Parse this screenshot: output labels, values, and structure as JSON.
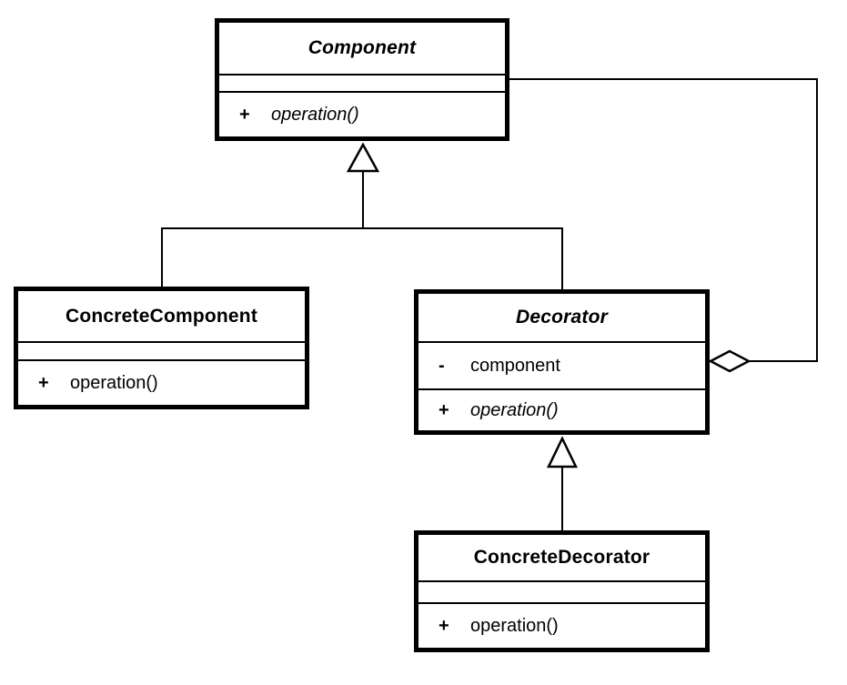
{
  "diagram": {
    "kind": "uml-class-diagram",
    "pattern": "Decorator",
    "colors": {
      "line": "#000000",
      "box_fill": "#ffffff",
      "background": "#ffffff",
      "text": "#000000"
    },
    "classes": [
      {
        "id": "component",
        "name": "Component",
        "abstract": true,
        "attributes": [],
        "operations": [
          {
            "visibility": "+",
            "name": "operation()",
            "abstract": true
          }
        ]
      },
      {
        "id": "concrete-component",
        "name": "ConcreteComponent",
        "abstract": false,
        "attributes": [],
        "operations": [
          {
            "visibility": "+",
            "name": "operation()",
            "abstract": false
          }
        ]
      },
      {
        "id": "decorator",
        "name": "Decorator",
        "abstract": true,
        "attributes": [
          {
            "visibility": "-",
            "name": "component"
          }
        ],
        "operations": [
          {
            "visibility": "+",
            "name": "operation()",
            "abstract": true
          }
        ]
      },
      {
        "id": "concrete-decorator",
        "name": "ConcreteDecorator",
        "abstract": false,
        "attributes": [],
        "operations": [
          {
            "visibility": "+",
            "name": "operation()",
            "abstract": false
          }
        ]
      }
    ],
    "relationships": [
      {
        "type": "generalization",
        "from": "ConcreteComponent",
        "to": "Component"
      },
      {
        "type": "generalization",
        "from": "Decorator",
        "to": "Component"
      },
      {
        "type": "generalization",
        "from": "ConcreteDecorator",
        "to": "Decorator"
      },
      {
        "type": "aggregation",
        "from": "Decorator",
        "to": "Component"
      }
    ]
  }
}
